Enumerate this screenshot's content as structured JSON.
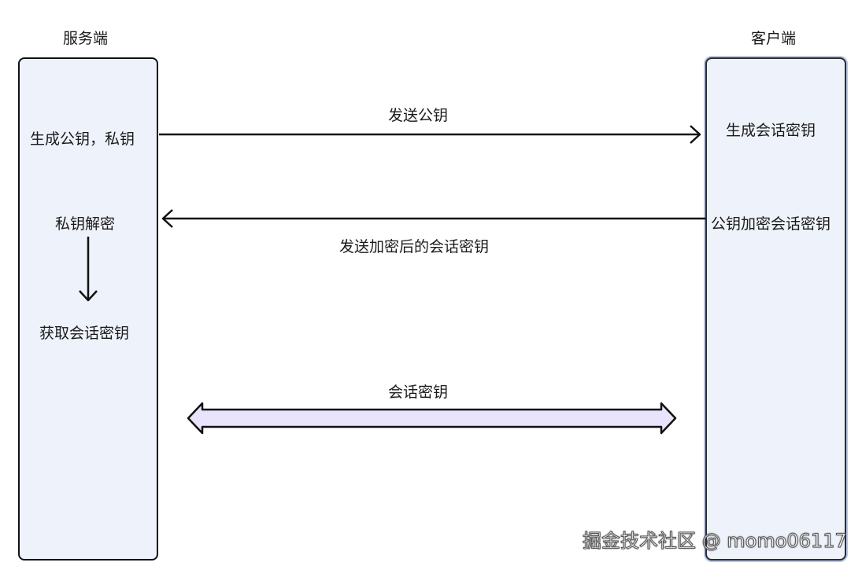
{
  "server": {
    "title": "服务端",
    "step1": "生成公钥，私钥",
    "step2": "私钥解密",
    "step3": "获取会话密钥"
  },
  "client": {
    "title": "客户端",
    "step1": "生成会话密钥",
    "step2": "公钥加密会话密钥"
  },
  "messages": {
    "send_public_key": "发送公钥",
    "send_encrypted_session_key": "发送加密后的会话密钥",
    "session_key": "会话密钥"
  },
  "colors": {
    "lifeline_fill": "#eef2fb",
    "double_arrow_fill": "#e9e3fb",
    "stroke": "#111111"
  },
  "watermark": "掘金技术社区 @ momo06117"
}
